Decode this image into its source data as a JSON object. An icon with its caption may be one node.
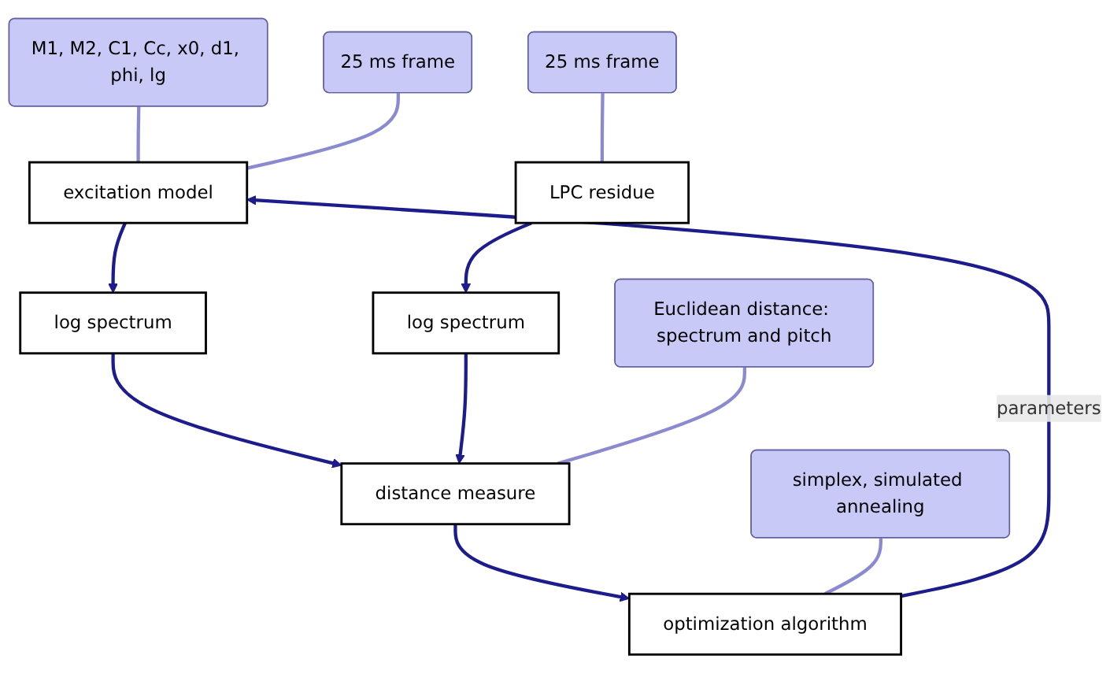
{
  "diagram": {
    "nodes": [
      {
        "text": [
          "M1, M2, C1, Cc, x0, d1, phi, lg"
        ]
      },
      {
        "text": [
          "25 ms frame"
        ]
      },
      {
        "text": [
          "excitation model"
        ]
      },
      {
        "text": [
          "log spectrum"
        ]
      },
      {
        "text": [
          "optimization algorithm"
        ]
      },
      {
        "text": [
          "distance measure"
        ]
      },
      {
        "text": [
          "simplex, simulated annealing"
        ]
      },
      {
        "text": [
          "Euclidean distance: spectrum and pitch"
        ]
      },
      {
        "text": [
          "LPC residue"
        ]
      },
      {
        "text": [
          "log spectrum"
        ]
      },
      {
        "text": [
          "25 ms frame"
        ]
      }
    ],
    "edges": [
      {
        "from": 2,
        "to": 3,
        "arrow": "to"
      },
      {
        "from": 3,
        "to": 5,
        "arrow": "to"
      },
      {
        "from": 5,
        "to": 4,
        "arrow": "to"
      },
      {
        "from": 4,
        "to": 2,
        "arrow": "to",
        "label": "parameters"
      },
      {
        "from": 8,
        "to": 9,
        "arrow": "to"
      },
      {
        "from": 9,
        "to": 5,
        "arrow": "to"
      },
      {
        "from": 0,
        "to": 2,
        "arrow": "none",
        "color": "#8a8ad0"
      },
      {
        "from": 1,
        "to": 2,
        "arrow": "none",
        "color": "#8a8ad0"
      },
      {
        "from": 6,
        "to": 4,
        "arrow": "none",
        "color": "#8a8ad0"
      },
      {
        "from": 7,
        "to": 5,
        "arrow": "none",
        "color": "#8a8ad0"
      },
      {
        "from": 10,
        "to": 8,
        "arrow": "none",
        "color": "#8a8ad0"
      }
    ]
  }
}
